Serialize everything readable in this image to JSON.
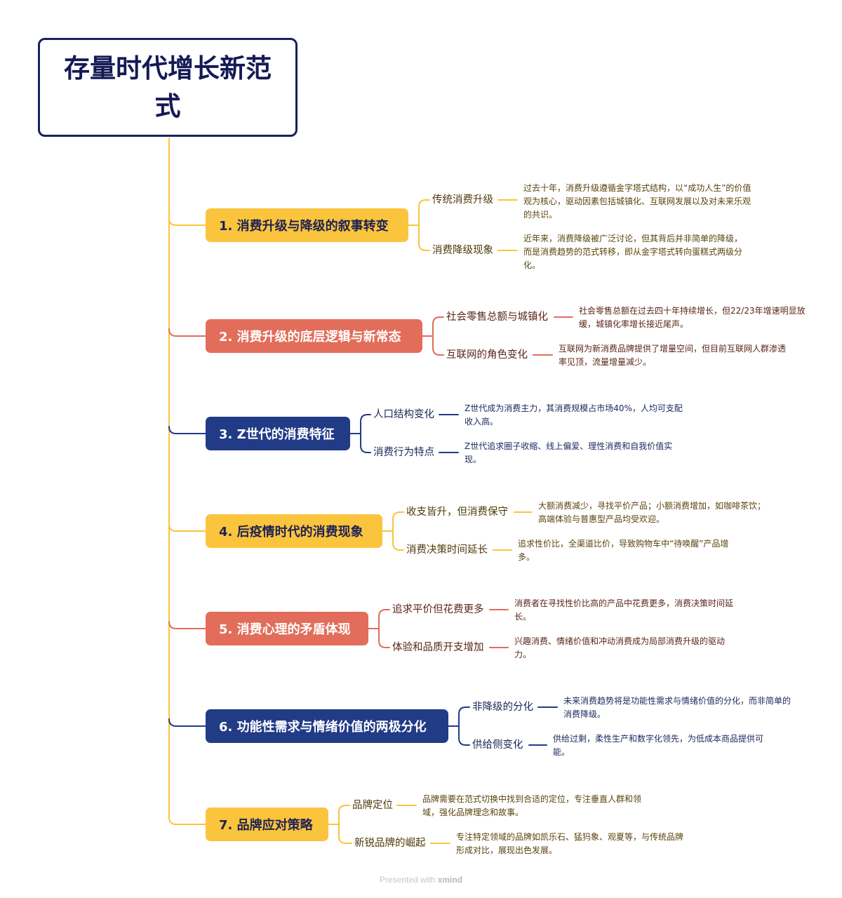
{
  "root": {
    "title": "存量时代增长新范式"
  },
  "colors": {
    "yellow": "#fbc43d",
    "red": "#e26d5a",
    "blue": "#213b87",
    "root_border": "#1b1f5e"
  },
  "topics": [
    {
      "label": "1. 消费升级与降级的叙事转变",
      "color": "yellow",
      "children": [
        {
          "label": "传统消费升级",
          "desc": "过去十年，消费升级遵循金字塔式结构，以“成功人生”的价值观为核心，驱动因素包括城镇化、互联网发展以及对未来乐观的共识。"
        },
        {
          "label": "消费降级现象",
          "desc": "近年来，消费降级被广泛讨论，但其背后并非简单的降级，而是消费趋势的范式转移，即从金字塔式转向蛋糕式两级分化。"
        }
      ]
    },
    {
      "label": "2. 消费升级的底层逻辑与新常态",
      "color": "red",
      "children": [
        {
          "label": "社会零售总额与城镇化",
          "desc": "社会零售总额在过去四十年持续增长，但22/23年增速明显放缓，城镇化率增长接近尾声。"
        },
        {
          "label": "互联网的角色变化",
          "desc": "互联网为新消费品牌提供了增量空间，但目前互联网人群渗透率见顶，流量增量减少。"
        }
      ]
    },
    {
      "label": "3. Z世代的消费特征",
      "color": "blue",
      "children": [
        {
          "label": "人口结构变化",
          "desc": "Z世代成为消费主力，其消费规模占市场40%，人均可支配收入高。"
        },
        {
          "label": "消费行为特点",
          "desc": "Z世代追求圈子收缩、线上偏爱、理性消费和自我价值实现。"
        }
      ]
    },
    {
      "label": "4. 后疫情时代的消费现象",
      "color": "yellow",
      "children": [
        {
          "label": "收支皆升，但消费保守",
          "desc": "大额消费减少，寻找平价产品；小额消费增加，如咖啡茶饮；高端体验与普惠型产品均受欢迎。"
        },
        {
          "label": "消费决策时间延长",
          "desc": "追求性价比，全渠道比价，导致购物车中“待唤醒”产品增多。"
        }
      ]
    },
    {
      "label": "5. 消费心理的矛盾体现",
      "color": "red",
      "children": [
        {
          "label": "追求平价但花费更多",
          "desc": "消费者在寻找性价比高的产品中花费更多，消费决策时间延长。"
        },
        {
          "label": "体验和品质开支增加",
          "desc": "兴趣消费、情绪价值和冲动消费成为局部消费升级的驱动力。"
        }
      ]
    },
    {
      "label": "6. 功能性需求与情绪价值的两极分化",
      "color": "blue",
      "children": [
        {
          "label": "非降级的分化",
          "desc": "未来消费趋势将是功能性需求与情绪价值的分化，而非简单的消费降级。"
        },
        {
          "label": "供给侧变化",
          "desc": "供给过剩，柔性生产和数字化领先，为低成本商品提供可能。"
        }
      ]
    },
    {
      "label": "7. 品牌应对策略",
      "color": "yellow",
      "children": [
        {
          "label": "品牌定位",
          "desc": "品牌需要在范式切换中找到合适的定位，专注垂直人群和领域，强化品牌理念和故事。"
        },
        {
          "label": "新锐品牌的崛起",
          "desc": "专注特定领域的品牌如凯乐石、猛犸象、观夏等，与传统品牌形成对比，展现出色发展。"
        }
      ]
    }
  ],
  "footer": {
    "prefix": "Presented with ",
    "brand": "xmind"
  }
}
